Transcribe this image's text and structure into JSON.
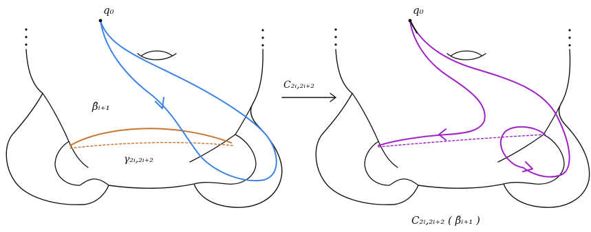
{
  "left_panel": {
    "basepoint_label": "q₀",
    "curve_label": "β̂ᵢ₊₁",
    "loop_label": "γ₂ᵢ,₂ᵢ₊₂"
  },
  "arrow_label": "C₂ᵢ,₂ᵢ₊₂",
  "right_panel": {
    "basepoint_label": "q₀",
    "result_label": "C₂ᵢ,₂ᵢ₊₂ ( β̂ᵢ₊₁ )"
  },
  "colors": {
    "outline": "#111111",
    "curve": "#3b82e6",
    "loop": "#c8742a",
    "image_curve": "#a020c8"
  }
}
